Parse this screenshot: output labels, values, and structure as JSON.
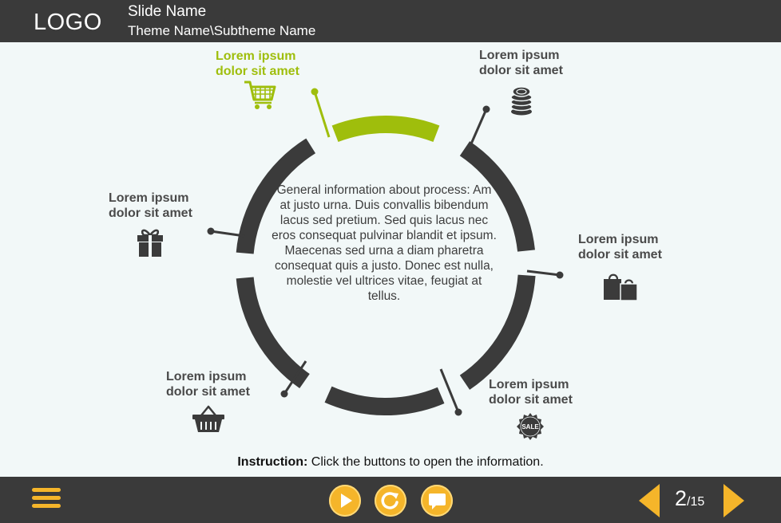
{
  "header": {
    "logo": "LOGO",
    "slide_name": "Slide Name",
    "theme_name": "Theme Name\\Subtheme Name"
  },
  "cycle": {
    "center_text": "General information about process: Am at justo urna. Duis convallis bibendum lacus sed pretium. Sed quis lacus nec eros consequat pulvinar blandit et ipsum. Maecenas sed urna a diam pharetra consequat quis a justo. Donec est nulla, molestie vel ultrices vitae, feugiat at tellus.",
    "accent_color": "#9fbe0c",
    "segment_color": "#3b3b3b",
    "items": [
      {
        "line1": "Lorem ipsum",
        "line2": "dolor sit amet",
        "icon": "shopping-cart-icon",
        "active": true
      },
      {
        "line1": "Lorem ipsum",
        "line2": "dolor sit amet",
        "icon": "coin-stack-icon",
        "active": false
      },
      {
        "line1": "Lorem ipsum",
        "line2": "dolor sit amet",
        "icon": "shopping-bags-icon",
        "active": false
      },
      {
        "line1": "Lorem ipsum",
        "line2": "dolor sit amet",
        "icon": "sale-badge-icon",
        "active": false
      },
      {
        "line1": "Lorem ipsum",
        "line2": "dolor sit amet",
        "icon": "shopping-basket-icon",
        "active": false
      },
      {
        "line1": "Lorem ipsum",
        "line2": "dolor sit amet",
        "icon": "gift-icon",
        "active": false
      }
    ]
  },
  "instruction": {
    "label": "Instruction:",
    "text": " Click the buttons to open the information."
  },
  "footer": {
    "menu_icon": "hamburger-menu-icon",
    "play_icon": "play-icon",
    "replay_icon": "replay-icon",
    "comment_icon": "speech-bubble-icon",
    "button_color": "#f5b52a",
    "page_current": "2",
    "page_total": "/15"
  }
}
